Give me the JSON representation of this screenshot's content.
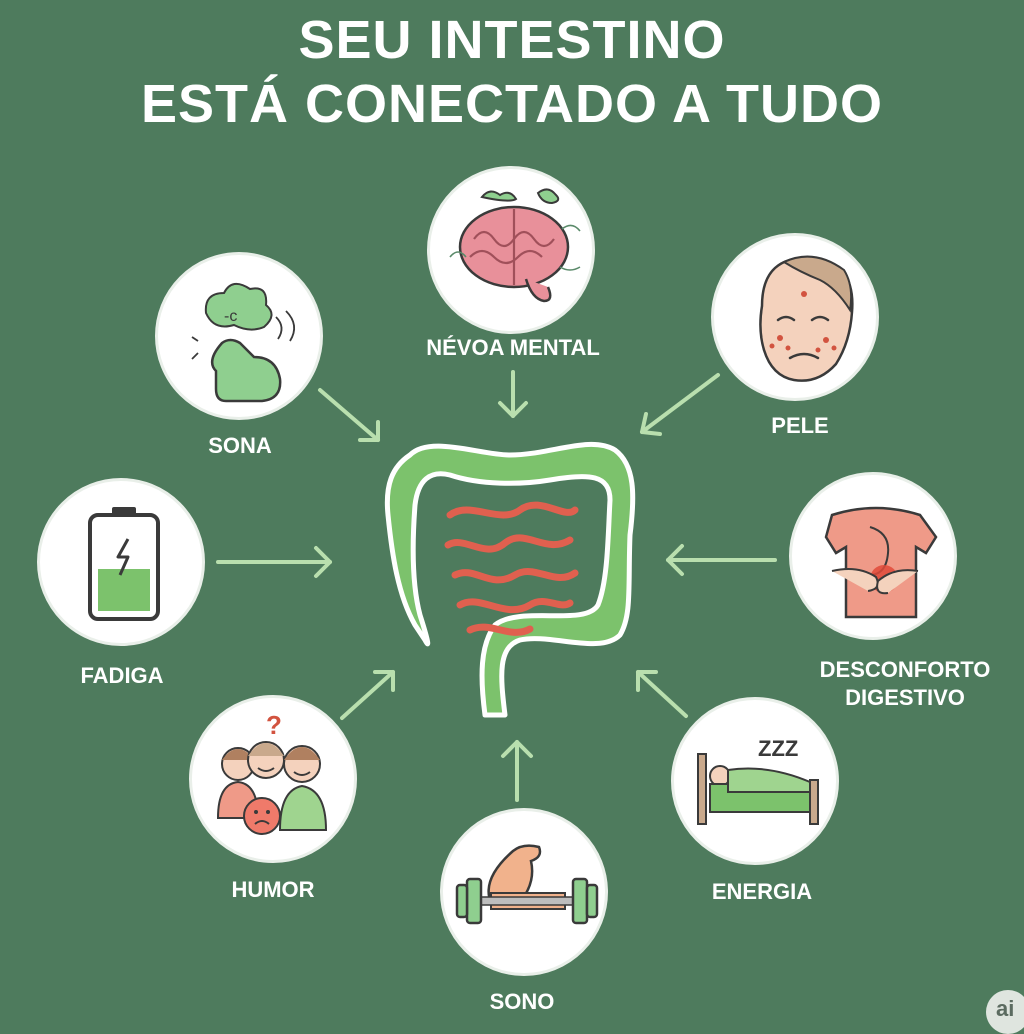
{
  "title": {
    "line1": "SEU INTESTINO",
    "line2": "ESTÁ CONECTADO A TUDO"
  },
  "nodes": [
    {
      "id": "nevoa",
      "label": "NÉVOA MENTAL",
      "icon": "brain-icon"
    },
    {
      "id": "sona",
      "label": "SONA",
      "icon": "stress-icon"
    },
    {
      "id": "pele",
      "label": "PELE",
      "icon": "skin-face-icon"
    },
    {
      "id": "fadiga",
      "label": "FADIGA",
      "icon": "low-battery-icon"
    },
    {
      "id": "desconforto",
      "label_line1": "DESCONFORTO",
      "label_line2": "DIGESTIVO",
      "icon": "stomach-pain-icon"
    },
    {
      "id": "humor",
      "label": "HUMOR",
      "icon": "mood-faces-icon",
      "mark": "?"
    },
    {
      "id": "energia",
      "label": "ENERGIA",
      "icon": "sleeping-bed-icon",
      "mark": "ZZZ"
    },
    {
      "id": "sono",
      "label": "SONO",
      "icon": "dumbbell-arm-icon"
    }
  ],
  "center": {
    "icon": "intestine-icon"
  },
  "watermark": "ai",
  "colors": {
    "background": "#4e7b5d",
    "arrow": "#b9dfae",
    "gut": "#7cc26c",
    "small_intestine": "#e0604f",
    "circle": "#ffffff"
  }
}
